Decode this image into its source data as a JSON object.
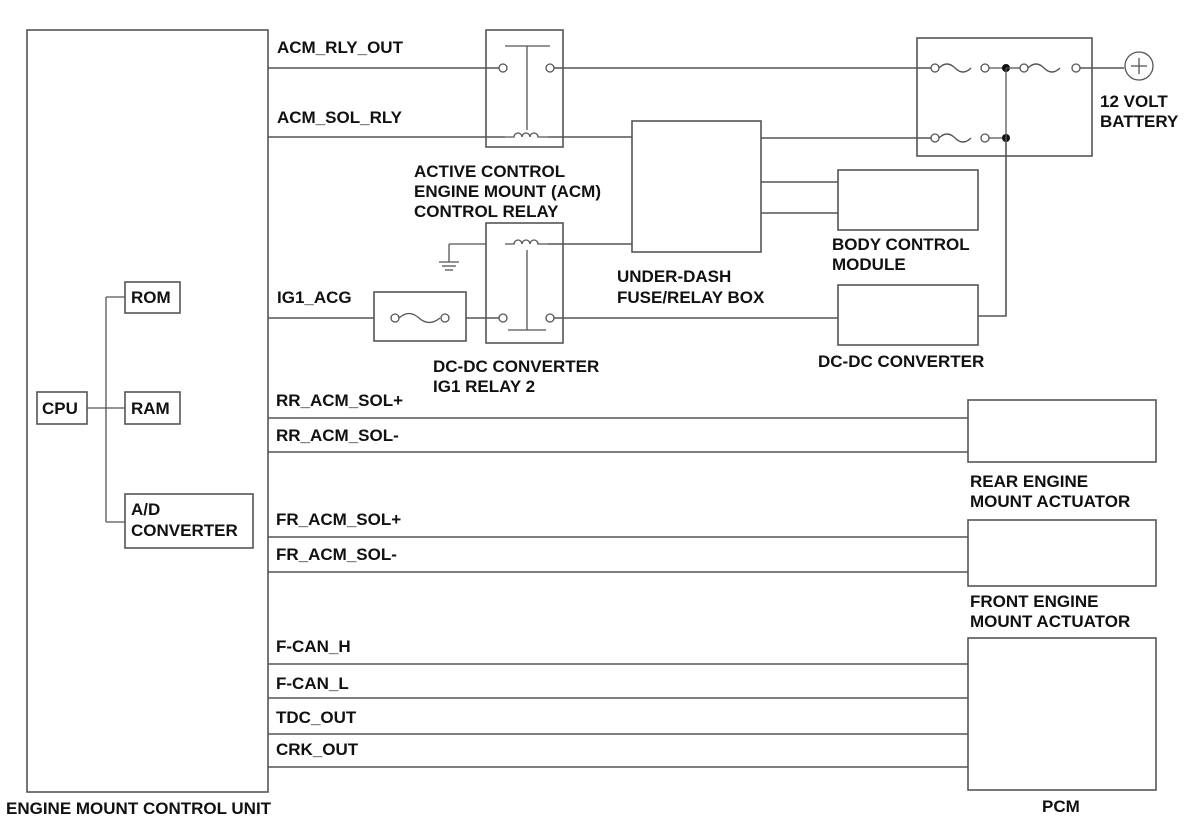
{
  "ecu": {
    "title": "ENGINE MOUNT CONTROL UNIT",
    "cpu": "CPU",
    "rom": "ROM",
    "ram": "RAM",
    "adc_line1": "A/D",
    "adc_line2": "CONVERTER"
  },
  "signals": {
    "acm_rly_out": "ACM_RLY_OUT",
    "acm_sol_rly": "ACM_SOL_RLY",
    "ig1_acg": "IG1_ACG",
    "rr_acm_sol_p": "RR_ACM_SOL+",
    "rr_acm_sol_n": "RR_ACM_SOL-",
    "fr_acm_sol_p": "FR_ACM_SOL+",
    "fr_acm_sol_n": "FR_ACM_SOL-",
    "f_can_h": "F-CAN_H",
    "f_can_l": "F-CAN_L",
    "tdc_out": "TDC_OUT",
    "crk_out": "CRK_OUT"
  },
  "components": {
    "acm_relay": [
      "ACTIVE CONTROL",
      "ENGINE MOUNT (ACM)",
      "CONTROL RELAY"
    ],
    "dcdc_relay": [
      "DC-DC CONVERTER",
      "IG1 RELAY 2"
    ],
    "underdash": [
      "UNDER-DASH",
      "FUSE/RELAY BOX"
    ],
    "bcm": [
      "BODY CONTROL",
      "MODULE"
    ],
    "dcdc": "DC-DC CONVERTER",
    "battery": [
      "12 VOLT",
      "BATTERY"
    ],
    "battery_symbol": "plus-symbol",
    "rear_actuator": [
      "REAR ENGINE",
      "MOUNT ACTUATOR"
    ],
    "front_actuator": [
      "FRONT ENGINE",
      "MOUNT ACTUATOR"
    ],
    "pcm": "PCM"
  }
}
